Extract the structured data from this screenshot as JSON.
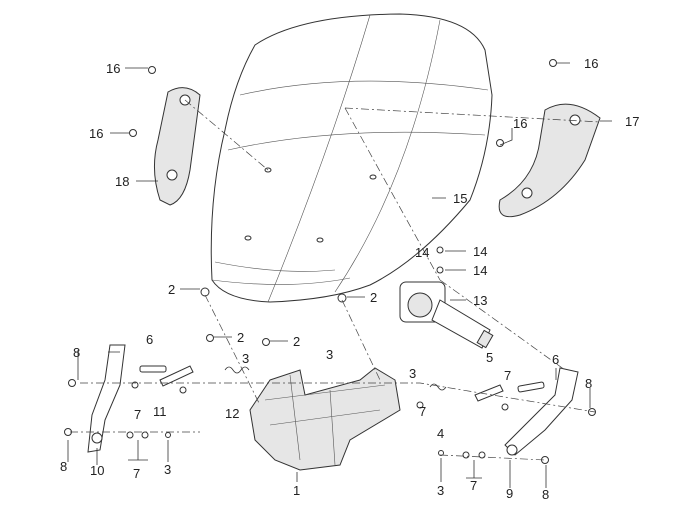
{
  "diagram": {
    "title": "Windscreen assembly exploded view",
    "callouts": [
      {
        "id": "c1",
        "text": "16"
      },
      {
        "id": "c2",
        "text": "16"
      },
      {
        "id": "c3",
        "text": "18"
      },
      {
        "id": "c4",
        "text": "16"
      },
      {
        "id": "c5",
        "text": "17"
      },
      {
        "id": "c6",
        "text": "16"
      },
      {
        "id": "c7",
        "text": "15"
      },
      {
        "id": "c8",
        "text": "14"
      },
      {
        "id": "c9",
        "text": "14"
      },
      {
        "id": "c10",
        "text": "14"
      },
      {
        "id": "c11",
        "text": "13"
      },
      {
        "id": "c12",
        "text": "2"
      },
      {
        "id": "c13",
        "text": "2"
      },
      {
        "id": "c14",
        "text": "2"
      },
      {
        "id": "c15",
        "text": "2"
      },
      {
        "id": "c16",
        "text": "3"
      },
      {
        "id": "c17",
        "text": "3"
      },
      {
        "id": "c18",
        "text": "6"
      },
      {
        "id": "c19",
        "text": "8"
      },
      {
        "id": "c20",
        "text": "7"
      },
      {
        "id": "c21",
        "text": "11"
      },
      {
        "id": "c22",
        "text": "12"
      },
      {
        "id": "c23",
        "text": "3"
      },
      {
        "id": "c24",
        "text": "7"
      },
      {
        "id": "c25",
        "text": "5"
      },
      {
        "id": "c26",
        "text": "6"
      },
      {
        "id": "c27",
        "text": "8"
      },
      {
        "id": "c28",
        "text": "7"
      },
      {
        "id": "c29",
        "text": "4"
      },
      {
        "id": "c30",
        "text": "1"
      },
      {
        "id": "c31",
        "text": "8"
      },
      {
        "id": "c32",
        "text": "10"
      },
      {
        "id": "c33",
        "text": "7"
      },
      {
        "id": "c34",
        "text": "3"
      },
      {
        "id": "c35",
        "text": "3"
      },
      {
        "id": "c36",
        "text": "7"
      },
      {
        "id": "c37",
        "text": "9"
      },
      {
        "id": "c38",
        "text": "8"
      }
    ]
  }
}
